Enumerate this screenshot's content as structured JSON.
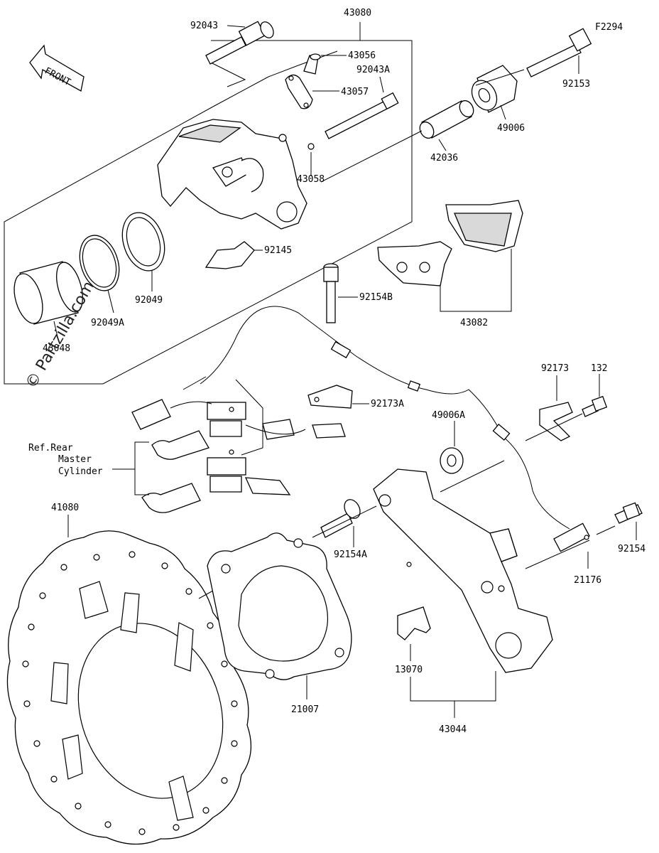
{
  "diagram_id": "F2294",
  "front_label": "FRONT",
  "watermark": "© Partzilla.com",
  "reference_note": [
    "Ref.Rear",
    "Master",
    "Cylinder"
  ],
  "part_labels": {
    "p92043": "92043",
    "p43080": "43080",
    "p43056": "43056",
    "p92043A": "92043A",
    "p43057": "43057",
    "p43058": "43058",
    "p42036": "42036",
    "p49006": "49006",
    "p92153": "92153",
    "p92145": "92145",
    "p92049": "92049",
    "p92049A": "92049A",
    "p43048": "43048",
    "p92154B": "92154B",
    "p43082": "43082",
    "p92173A": "92173A",
    "p92173": "92173",
    "p132": "132",
    "p49006A": "49006A",
    "p41080": "41080",
    "p92154A": "92154A",
    "p92154": "92154",
    "p21176": "21176",
    "p21007": "21007",
    "p13070": "13070",
    "p43044": "43044"
  }
}
